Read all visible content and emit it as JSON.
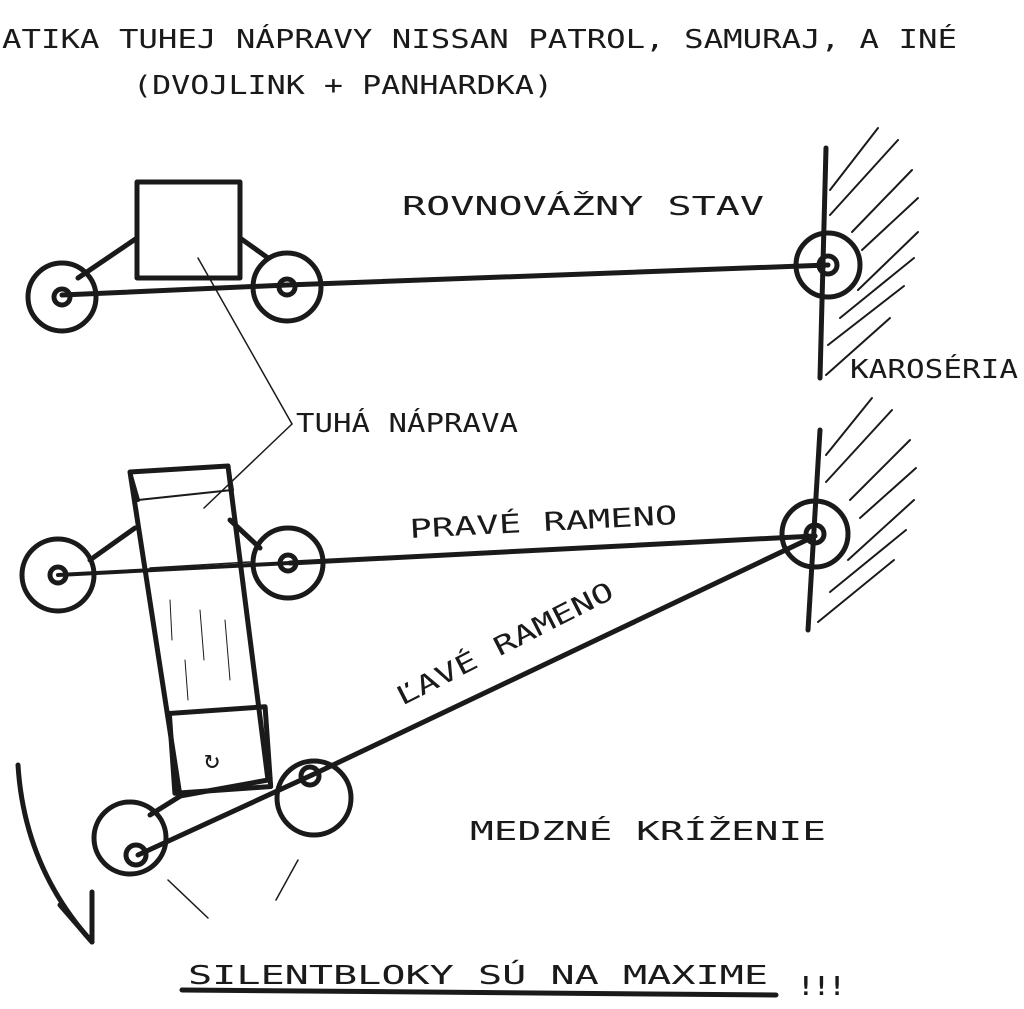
{
  "title_line1": "ATIKA TUHEJ NÁPRAVY  NISSAN PATROL, SAMURAJ, A INÉ",
  "title_line2": "(DVOJLINK + PANHARDKA)",
  "label_equilibrium": "ROVNOVÁŽNY   STAV",
  "label_body": "KAROSÉRIA",
  "label_rigid_axle": "TUHÁ NÁPRAVA",
  "label_right_arm": "PRAVÉ RAMENO",
  "label_left_arm": "ĽAVÉ RAMENO",
  "label_limit": "MEDZNÉ KRÍŽENIE",
  "bottom_note": "SILENTBLOKY  SÚ NA  MAXIME",
  "exclaim": "!!!",
  "rotation_symbol": "↻",
  "ink_color": "#1a1a1a"
}
